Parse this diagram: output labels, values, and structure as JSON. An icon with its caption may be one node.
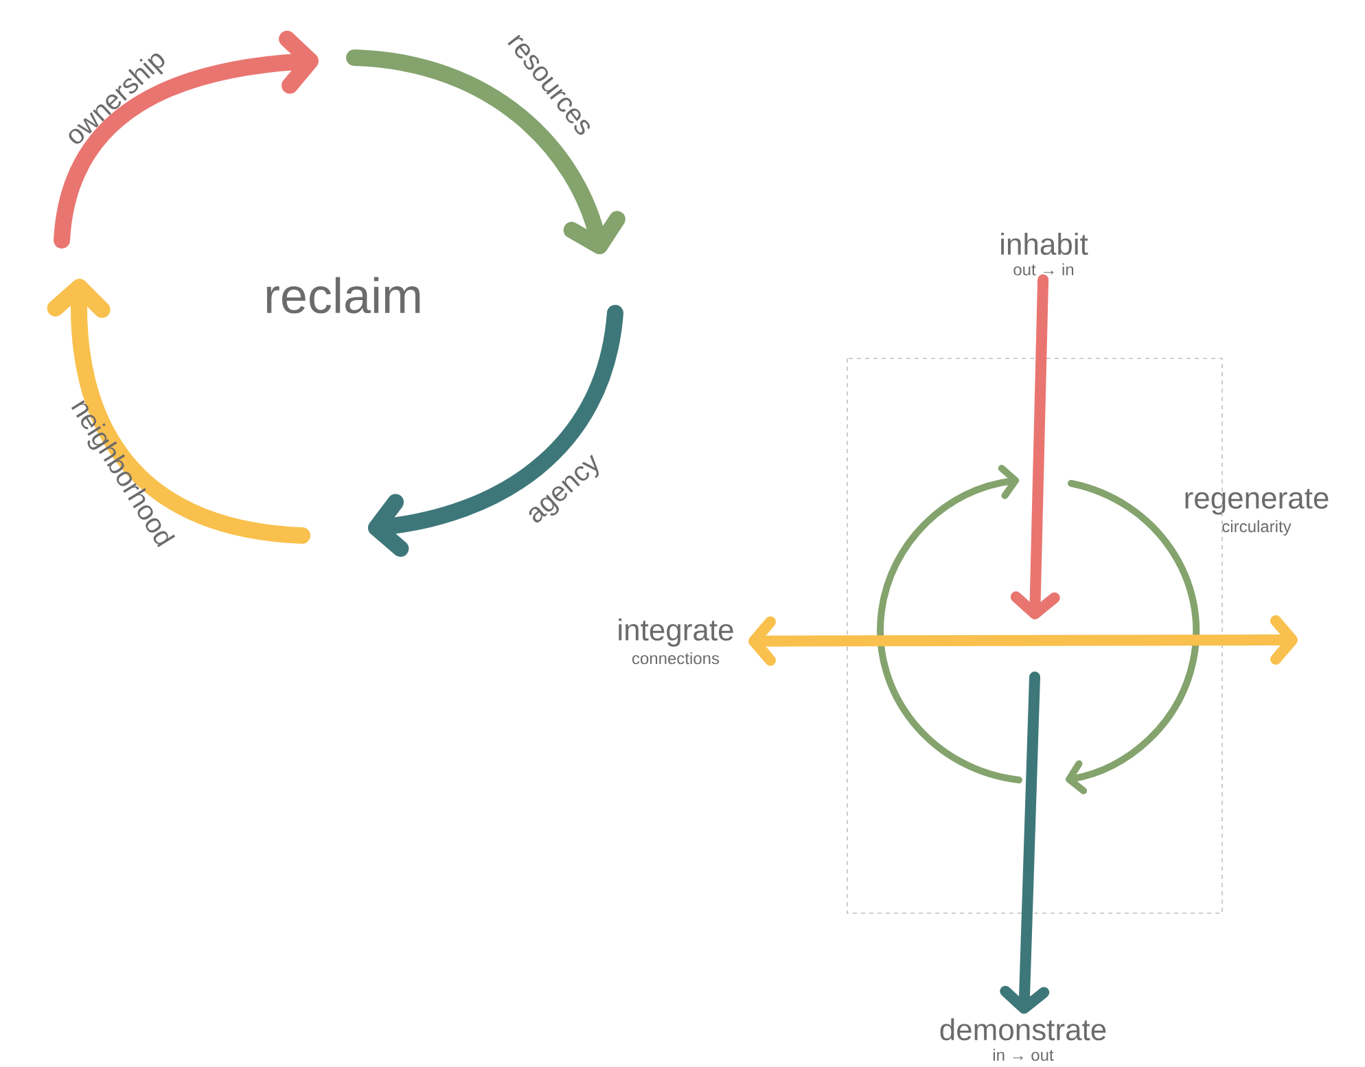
{
  "diagram": {
    "nodes": [
      {
        "text": [
          "inhabit",
          "out → in"
        ]
      },
      {
        "text": [
          "regenerate",
          "circularity"
        ]
      },
      {
        "text": [
          "integrate",
          "connections"
        ]
      },
      {
        "text": [
          "demonstrate",
          "in → out"
        ]
      },
      {
        "text": [],
        "shape": "box"
      }
    ],
    "edges": [
      {
        "from": 0,
        "to": 4,
        "arrow": "to",
        "color": "#e97570"
      },
      {
        "from": 4,
        "to": 3,
        "arrow": "to",
        "color": "#3e7779"
      },
      {
        "from": 2,
        "to": null,
        "arrow": "both",
        "color": "#f9c04d"
      }
    ],
    "labels": [
      "reclaim",
      "ownership",
      "resources",
      "agency",
      "neighborhood"
    ]
  }
}
